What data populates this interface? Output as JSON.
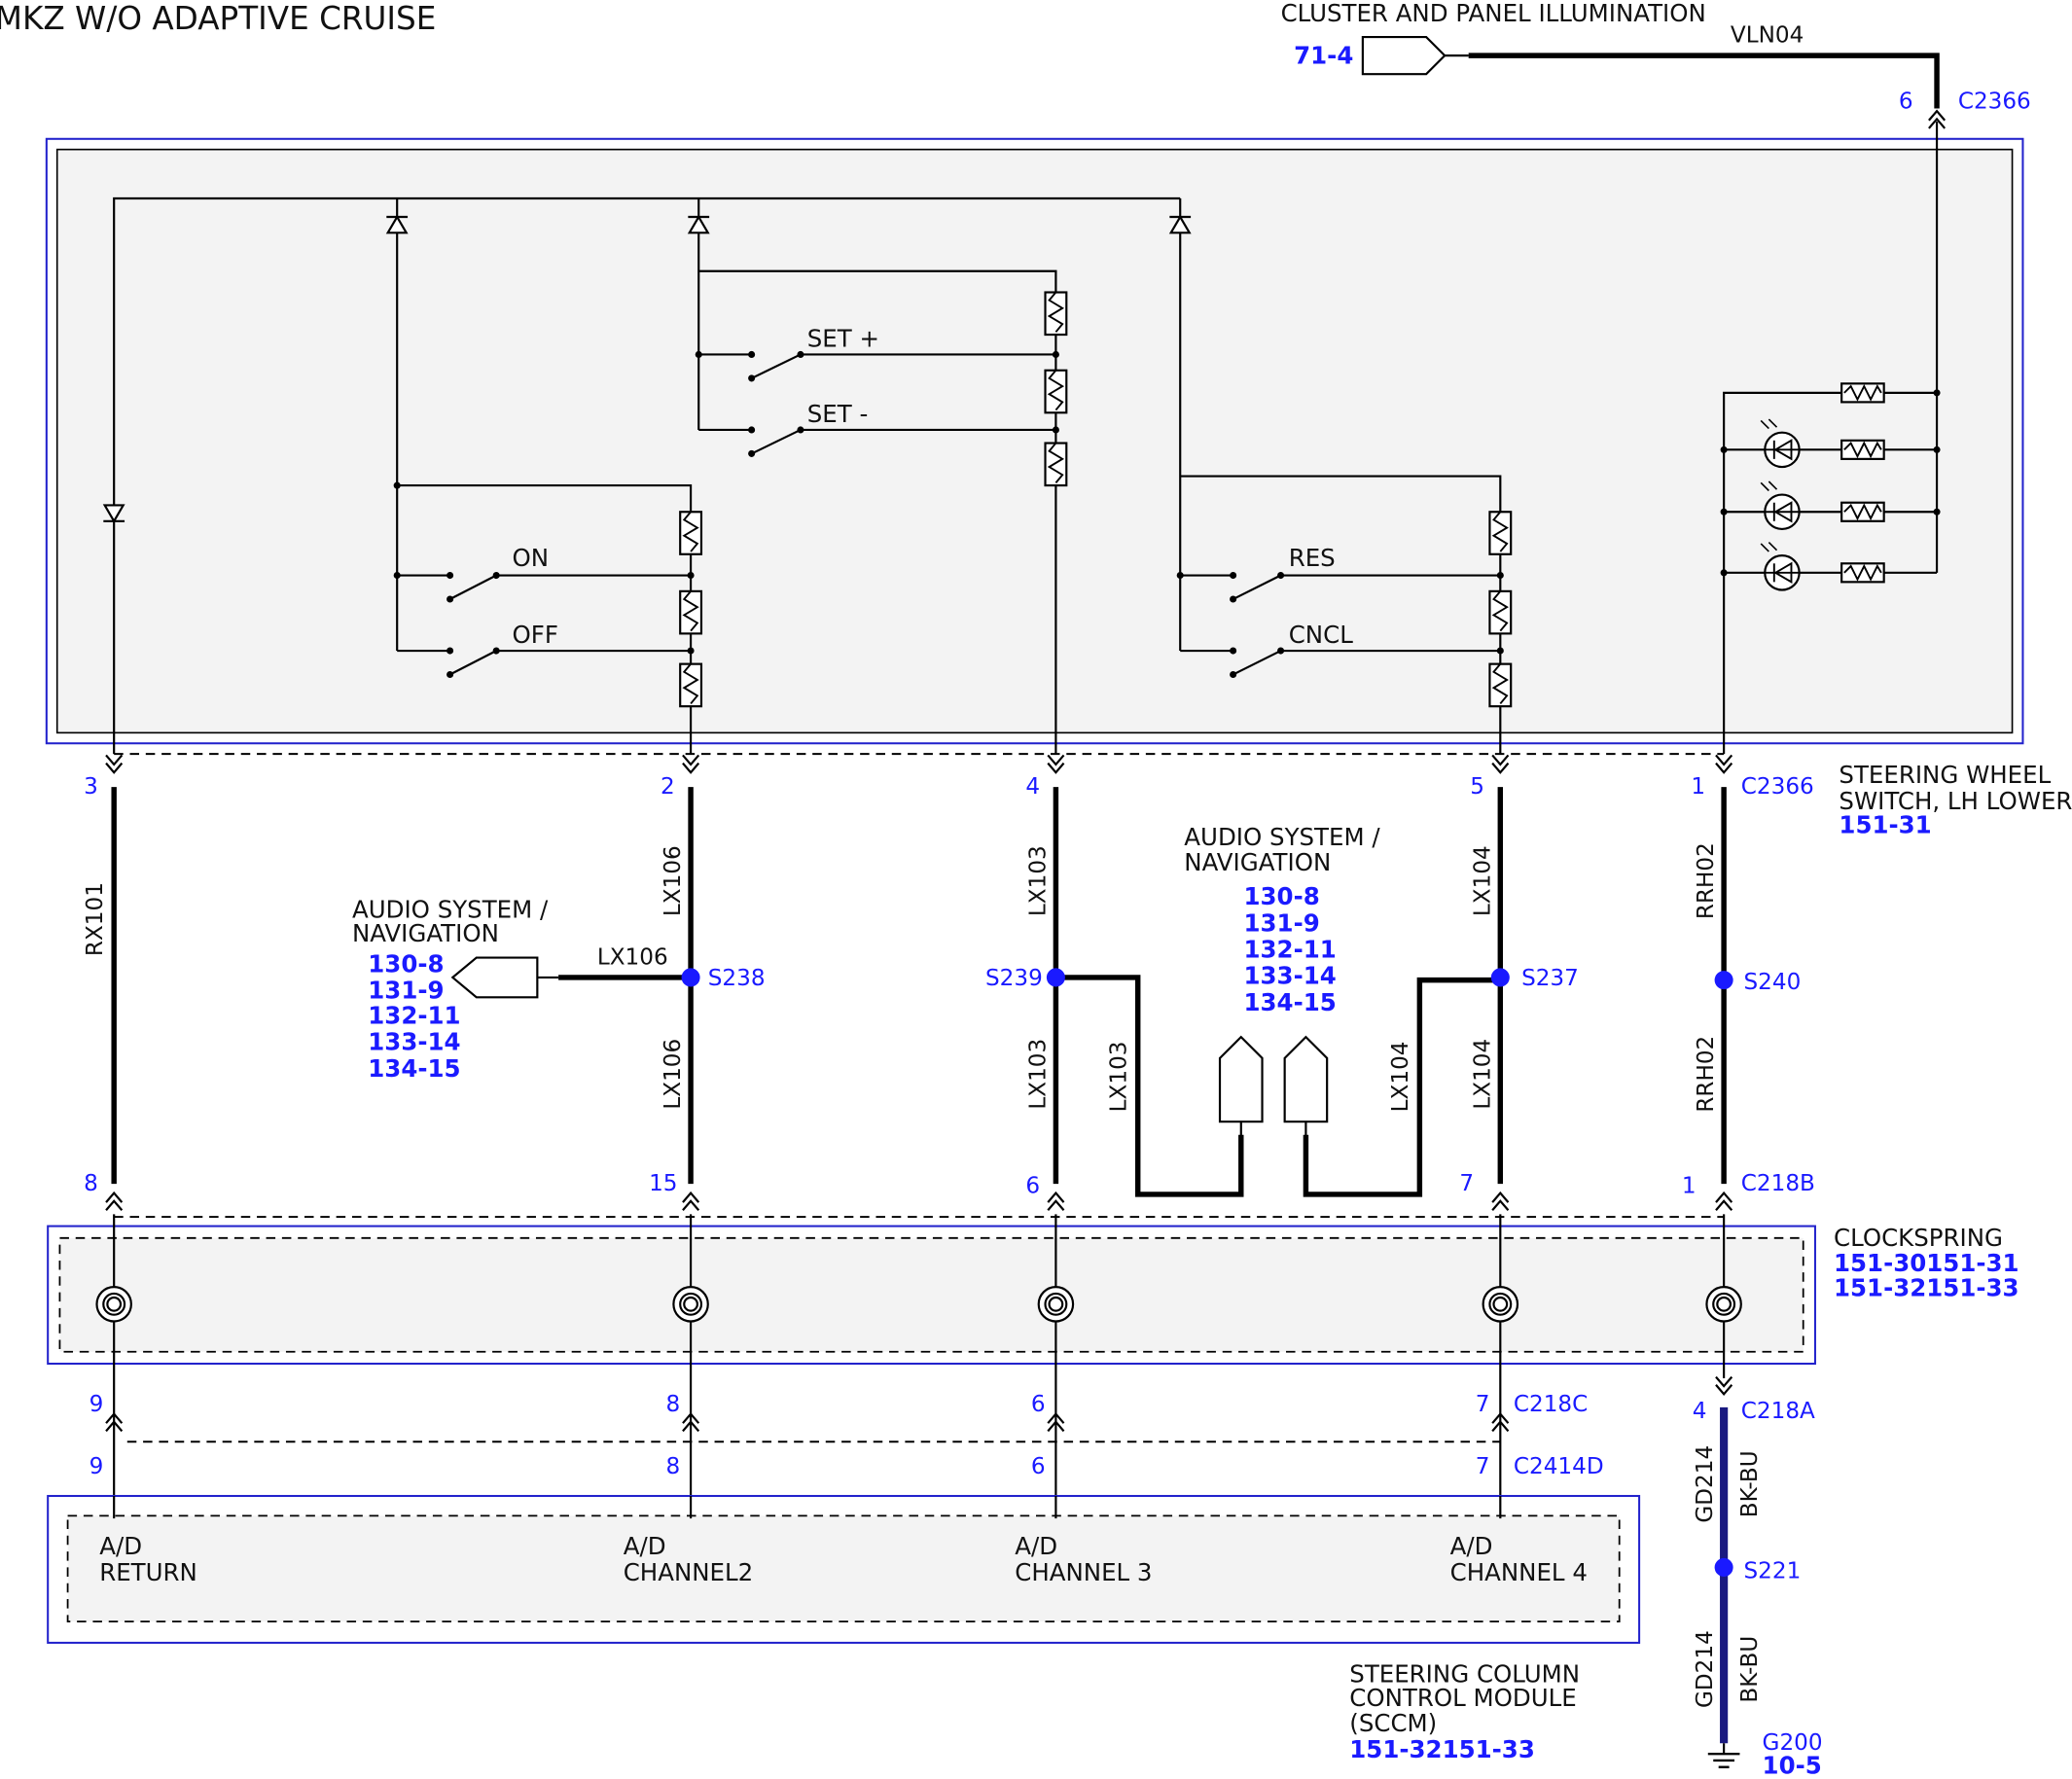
{
  "title": "MKZ W/O ADAPTIVE CRUISE",
  "illumination": {
    "label": "CLUSTER AND PANEL ILLUMINATION",
    "ref": "71-4",
    "wire": "VLN04",
    "pin": "6",
    "connector": "C2366"
  },
  "switch_module": {
    "name_lines": [
      "STEERING WHEEL",
      "SWITCH, LH LOWER"
    ],
    "ref": "151-31",
    "switches": [
      "SET +",
      "SET -",
      "ON",
      "OFF",
      "RES",
      "CNCL"
    ]
  },
  "c2366": {
    "connector": "C2366",
    "pins": [
      "3",
      "2",
      "4",
      "5",
      "1"
    ]
  },
  "wires_upper": [
    "RX101",
    "LX106",
    "LX103",
    "LX104",
    "RRH02"
  ],
  "wires_lower": [
    "LX106",
    "LX103",
    "LX104",
    "RRH02"
  ],
  "cross_wires": [
    "LX106",
    "LX103",
    "LX104"
  ],
  "splices": [
    "S238",
    "S239",
    "S237",
    "S240"
  ],
  "audio_left": {
    "lines": [
      "AUDIO SYSTEM /",
      "NAVIGATION"
    ],
    "refs": [
      "130-8",
      "131-9",
      "132-11",
      "133-14",
      "134-15"
    ]
  },
  "audio_center": {
    "lines": [
      "AUDIO SYSTEM /",
      "NAVIGATION"
    ],
    "refs": [
      "130-8",
      "131-9",
      "132-11",
      "133-14",
      "134-15"
    ]
  },
  "c218b": {
    "connector": "C218B",
    "pins": [
      "8",
      "15",
      "6",
      "7",
      "1"
    ]
  },
  "clockspring": {
    "name": "CLOCKSPRING",
    "refs": [
      "151-30151-31",
      "151-32151-33"
    ]
  },
  "c218c": {
    "connector": "C218C",
    "pins": [
      "9",
      "8",
      "6",
      "7"
    ]
  },
  "c2414d": {
    "connector": "C2414D",
    "pins": [
      "9",
      "8",
      "6",
      "7"
    ]
  },
  "c218a": {
    "connector": "C218A",
    "pin": "4"
  },
  "ground": {
    "wire": "GD214",
    "color": "BK-BU",
    "splice": "S221",
    "point": "G200",
    "ref": "10-5"
  },
  "sccm": {
    "inputs": [
      [
        "A/D",
        "RETURN"
      ],
      [
        "A/D",
        "CHANNEL2"
      ],
      [
        "A/D",
        "CHANNEL 3"
      ],
      [
        "A/D",
        "CHANNEL 4"
      ]
    ],
    "name_lines": [
      "STEERING COLUMN",
      "CONTROL MODULE",
      "(SCCM)"
    ],
    "ref": "151-32151-33"
  }
}
